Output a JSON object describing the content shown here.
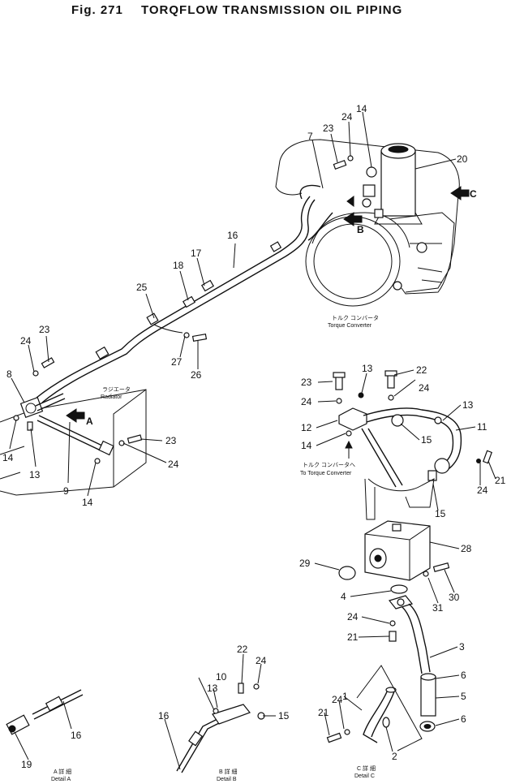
{
  "figure": {
    "number": "Fig. 271",
    "title": "TORQFLOW TRANSMISSION OIL PIPING"
  },
  "labels": {
    "torque_converter_jp": "トルク コンバータ",
    "torque_converter": "Torque Converter",
    "radiator_jp": "ラジエータ",
    "radiator": "Radiator",
    "to_torque_converter_jp": "トルク コンバータへ",
    "to_torque_converter": "To Torque Converter",
    "detail_a_jp": "A 詳 細",
    "detail_a": "Detail A",
    "detail_b_jp": "B 詳 細",
    "detail_b": "Detail B",
    "detail_c_jp": "C 詳 細",
    "detail_c": "Detail C",
    "arrow_a": "A",
    "arrow_b": "B",
    "arrow_c": "C"
  },
  "callouts": {
    "c1": "14",
    "c2": "23",
    "c3": "24",
    "c4": "7",
    "c5": "20",
    "c6": "16",
    "c7": "17",
    "c8": "18",
    "c9": "25",
    "c10": "27",
    "c11": "26",
    "c12": "23",
    "c13": "24",
    "c14": "8",
    "c15": "14",
    "c16": "13",
    "c17": "9",
    "c18": "14",
    "c19": "23",
    "c20": "24",
    "c21": "23",
    "c22": "13",
    "c23": "22",
    "c24": "24",
    "c25": "24",
    "c26": "13",
    "c27": "12",
    "c28": "11",
    "c29": "14",
    "c30": "15",
    "c31": "21",
    "c32": "24",
    "c33": "15",
    "c34": "28",
    "c35": "29",
    "c36": "4",
    "c37": "31",
    "c38": "30",
    "c39": "24",
    "c40": "21",
    "c41": "3",
    "c42": "6",
    "c43": "5",
    "c44": "6",
    "c45": "1",
    "c46": "24",
    "c47": "21",
    "c48": "2",
    "c49": "22",
    "c50": "24",
    "c51": "10",
    "c52": "13",
    "c53": "15",
    "c54": "16",
    "c55": "16",
    "c56": "19"
  }
}
